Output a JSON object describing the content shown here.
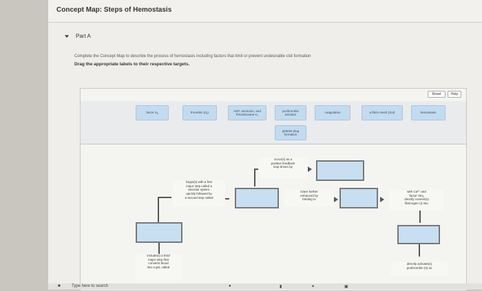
{
  "header": {
    "title": "Concept Map: Steps of Hemostasis"
  },
  "part": {
    "label": "Part A"
  },
  "instructions": {
    "line1": "Complete the Concept Map to describe the process of hemostasis including factors that limit or prevent undesirable clot formation",
    "line2": "Drag the appropriate labels to their respective targets."
  },
  "buttons": {
    "reset": "Reset",
    "help": "Help"
  },
  "label_bank": [
    "factor Xₐ",
    "thrombin (IIₐ)",
    "ADP, serotonin, and\nthromboxane A₂",
    "prothrombin\nactivator",
    "coagulation",
    "a fibrin mesh (clot)",
    "hemostasis",
    "platelet plug\nformation"
  ],
  "nodes": {
    "occurs_as": "occur(s) as a\npositive feedback\nloop driven by",
    "begins_with": "begin(s) with a first\nmajor step called a\nvascular spasm,\nquickly followed by\na second step called",
    "enhanced_by": "is/are further\nenhanced by\nbinding to",
    "with_ca": "with Ca²⁺ and\nfactor XIIIₐ\ndirectly convert(s)\nfibrinogen (I) into",
    "includes_third": "include(s) a third\nmajor step that\nconverts blood\ninto a gel, called",
    "directly_activates": "directly activate(s)\nprothrombin (II) as"
  },
  "taskbar": {
    "search": "Type here to search"
  }
}
